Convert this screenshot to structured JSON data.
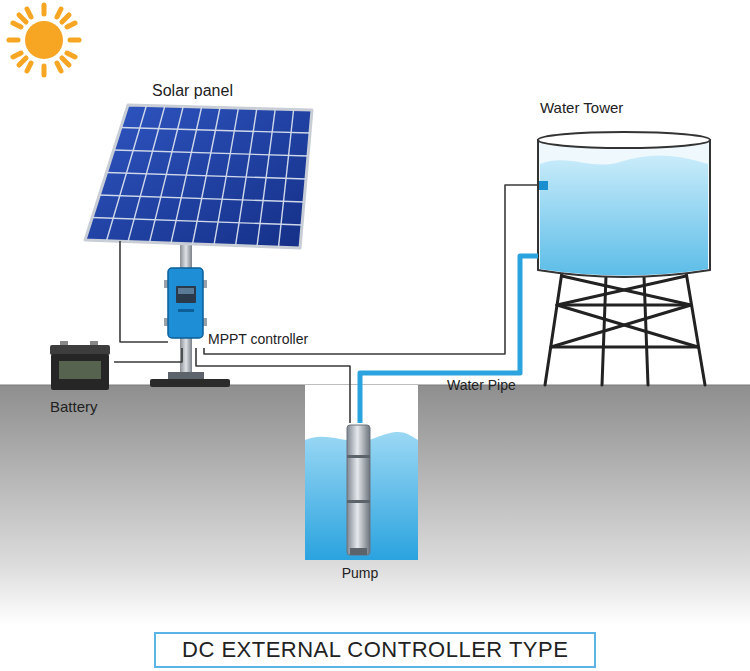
{
  "diagram": {
    "title": "DC EXTERNAL CONTROLLER TYPE",
    "nodes": [
      {
        "text": [
          "Solar panel"
        ]
      },
      {
        "text": [
          "Water Tower"
        ]
      },
      {
        "text": [
          "MPPT controller"
        ]
      },
      {
        "text": [
          "Battery"
        ]
      },
      {
        "text": [
          "Pump"
        ]
      }
    ],
    "edges": [
      {
        "from": 0,
        "to": 2,
        "arrow": "none"
      },
      {
        "from": 3,
        "to": 2,
        "arrow": "none"
      },
      {
        "from": 2,
        "to": 4,
        "arrow": "none"
      },
      {
        "from": 2,
        "to": 1,
        "arrow": "none"
      },
      {
        "from": 4,
        "to": 1,
        "label": "Water Pipe",
        "arrow": "none"
      }
    ]
  }
}
